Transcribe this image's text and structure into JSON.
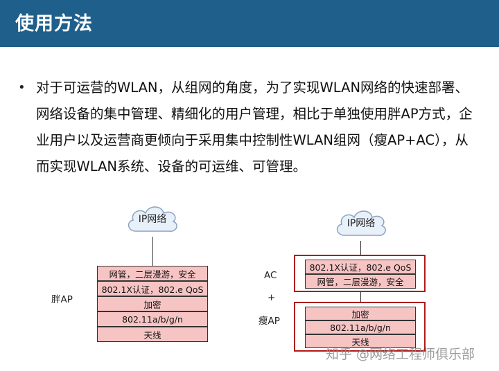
{
  "header": {
    "title": "使用方法",
    "bg_color": "#1f5f8b"
  },
  "bullet": {
    "marker": "•",
    "text": "对于可运营的WLAN，从组网的角度，为了实现WLAN网络的快速部署、网络设备的集中管理、精细化的用户管理，相比于单独使用胖AP方式，企业用户以及运营商更倾向于采用集中控制性WLAN组网（瘦AP+AC），从而实现WLAN系统、设备的可运维、可管理。"
  },
  "diagram": {
    "cell_color": "#f7c4c4",
    "group_border_color": "#b01818",
    "fat": {
      "cloud_label": "IP网络",
      "side_label": "胖AP",
      "layers": [
        "网管，二层漫游，安全",
        "802.1X认证，802.e QoS",
        "加密",
        "802.11a/b/g/n",
        "天线"
      ]
    },
    "thin": {
      "cloud_label": "IP网络",
      "ac_label": "AC",
      "plus_label": "+",
      "ap_label": "瘦AP",
      "ac_layers": [
        "802.1X认证，802.e QoS",
        "网管，二层漫游，安全"
      ],
      "ap_layers": [
        "加密",
        "802.11a/b/g/n",
        "天线"
      ]
    }
  },
  "watermark": "知乎 @网络工程师俱乐部"
}
